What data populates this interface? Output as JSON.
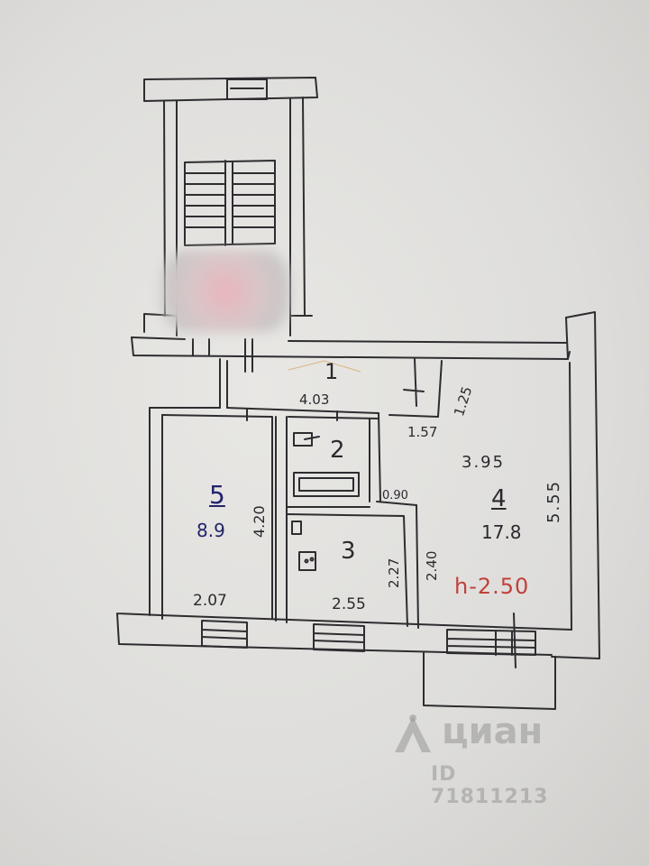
{
  "room_labels": {
    "corridor": "1",
    "bathroom": "2",
    "kitchen": "3",
    "living_room": "4",
    "bedroom": "5"
  },
  "areas": {
    "bedroom": "8.9",
    "living_room": "17.8"
  },
  "dimensions": {
    "corridor_length": "4.03",
    "corridor_width": "1.25",
    "hall_width": "1.57",
    "living_width": "3.95",
    "living_length": "5.55",
    "bedroom_length": "4.20",
    "bedroom_width": "2.07",
    "kitchen_width": "2.55",
    "kitchen_length": "2.27",
    "kitchen_notch": "0.90",
    "wall_segment": "2.40"
  },
  "ceiling_height": "h-2.50",
  "watermark": {
    "brand": "циан",
    "id": "ID 71811213"
  },
  "colors": {
    "ink": "#2a2a2e",
    "area_ink": "#22246a",
    "height_ink": "#c0413a",
    "paper": "#e3e2df"
  }
}
